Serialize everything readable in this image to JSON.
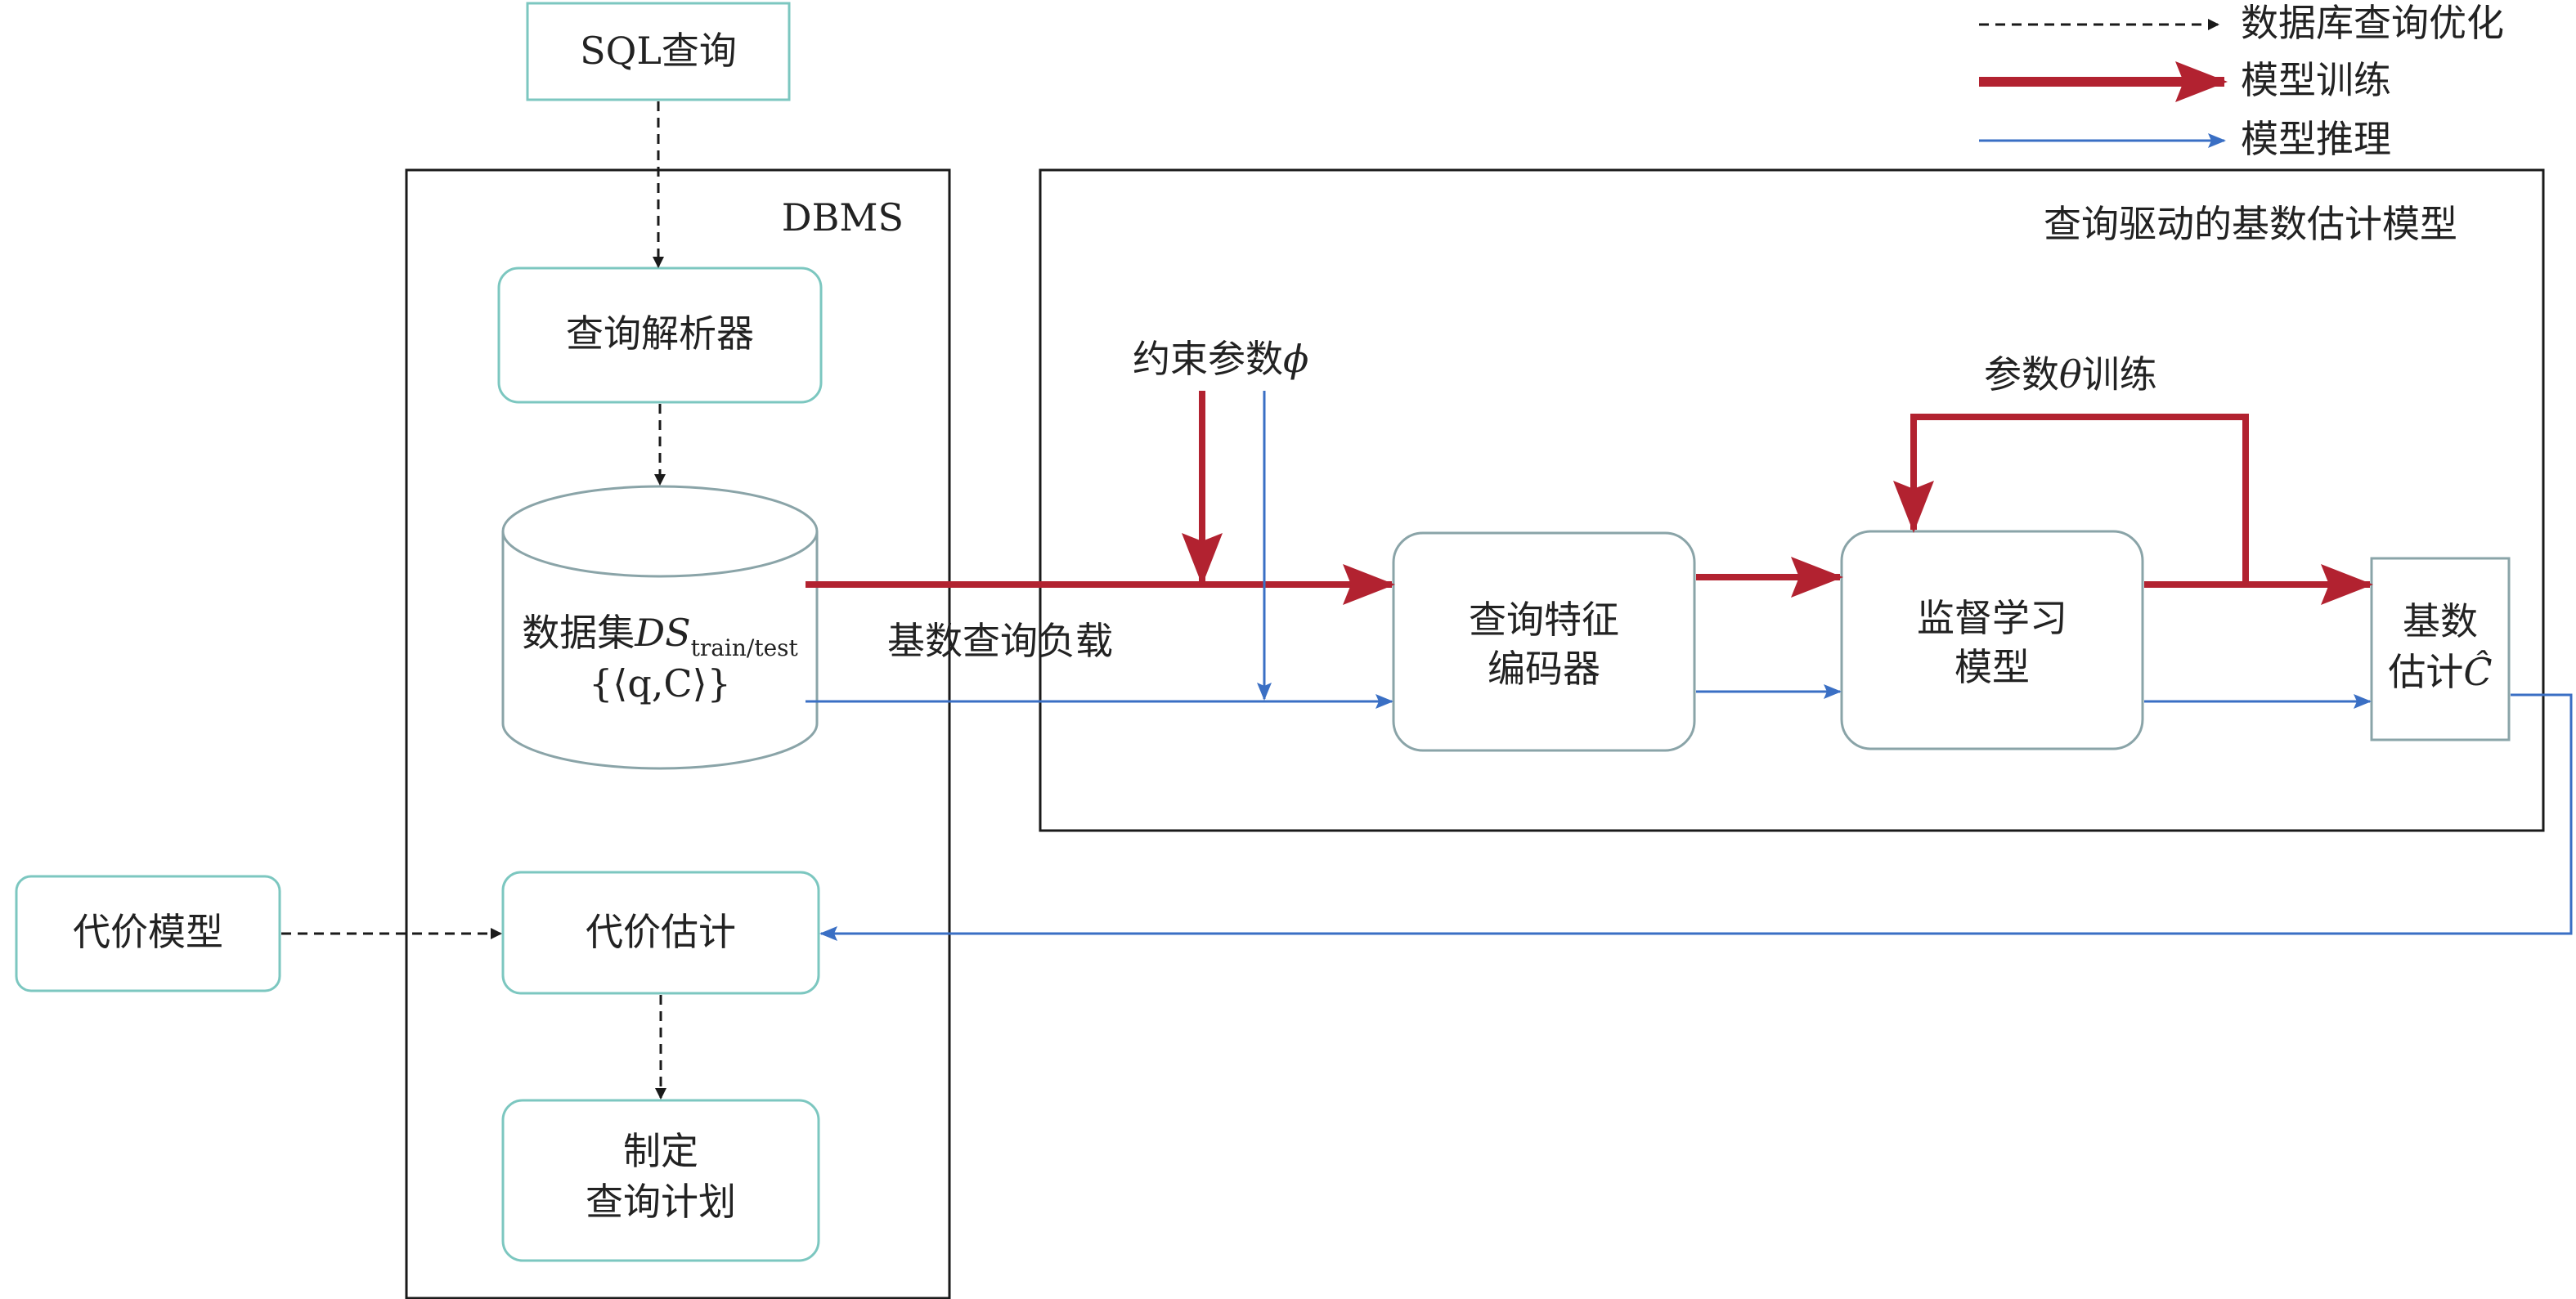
{
  "legend": {
    "items": [
      {
        "label": "数据库查询优化",
        "style": "dashed-black"
      },
      {
        "label": "模型训练",
        "style": "thick-red"
      },
      {
        "label": "模型推理",
        "style": "thin-blue"
      }
    ]
  },
  "colors": {
    "train_red": "#b22230",
    "infer_blue": "#3a6fc4",
    "box_border": "#7cc7c0",
    "node_border": "#8aa4a8",
    "frame": "#1a1a1a"
  },
  "nodes": {
    "sql_query": "SQL查询",
    "dbms_title": "DBMS",
    "query_parser": "查询解析器",
    "dataset": {
      "line1_prefix": "数据集",
      "line1_var": "DS",
      "line1_sub": "train/test",
      "line2": "{⟨q,C⟩}"
    },
    "cost_model": "代价模型",
    "cost_estimate": "代价估计",
    "make_plan": {
      "line1": "制定",
      "line2": "查询计划"
    },
    "model_frame_title": "查询驱动的基数估计模型",
    "constraint_param": {
      "text": "约束参数",
      "symbol": "ϕ"
    },
    "theta_training": {
      "prefix": "参数",
      "symbol": "θ",
      "suffix": "训练"
    },
    "workload": "基数查询负载",
    "encoder": {
      "line1": "查询特征",
      "line2": "编码器"
    },
    "supervised": {
      "line1": "监督学习",
      "line2": "模型"
    },
    "card_estimate": {
      "line1": "基数",
      "line2_prefix": "估计",
      "line2_symbol": "Ĉ"
    }
  }
}
